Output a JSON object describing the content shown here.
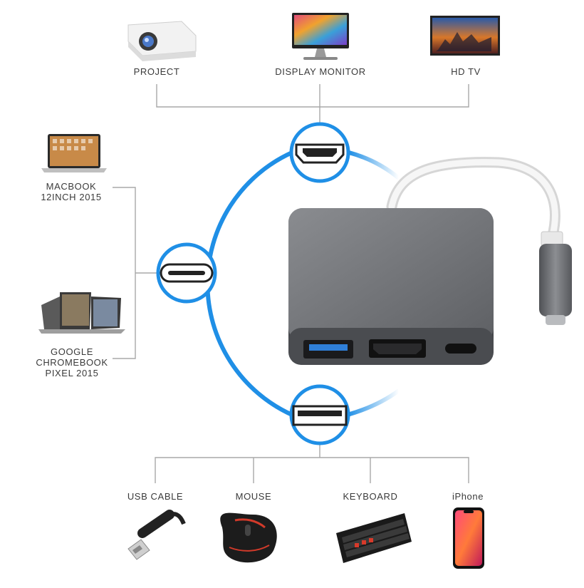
{
  "top_devices": {
    "project": "PROJECT",
    "display_monitor": "DISPLAY MONITOR",
    "hd_tv": "HD TV"
  },
  "left_devices": {
    "macbook_line1": "MACBOOK",
    "macbook_line2": "12INCH 2015",
    "chromebook_line1": "GOOGLE",
    "chromebook_line2": "CHROMEBOOK",
    "chromebook_line3": "PIXEL 2015"
  },
  "bottom_devices": {
    "usb_cable": "USB CABLE",
    "mouse": "MOUSE",
    "keyboard": "KEYBOARD",
    "iphone": "iPhone"
  },
  "ports": {
    "top": "hdmi-port-icon",
    "left": "usb-c-port-icon",
    "bottom": "usb-a-port-icon"
  },
  "colors": {
    "accent_blue": "#1f8fe6",
    "connector_gray": "#a8a8a8",
    "hub_gray": "#6e7074"
  }
}
